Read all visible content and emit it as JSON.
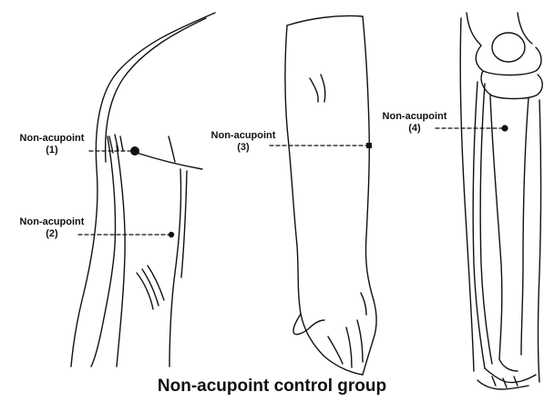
{
  "points": [
    {
      "label": "Non-acupoint",
      "number": "(1)"
    },
    {
      "label": "Non-acupoint",
      "number": "(2)"
    },
    {
      "label": "Non-acupoint",
      "number": "(3)"
    },
    {
      "label": "Non-acupoint",
      "number": "(4)"
    }
  ],
  "caption": "Non-acupoint control group",
  "colors": {
    "line": "#111111",
    "background": "#ffffff"
  }
}
